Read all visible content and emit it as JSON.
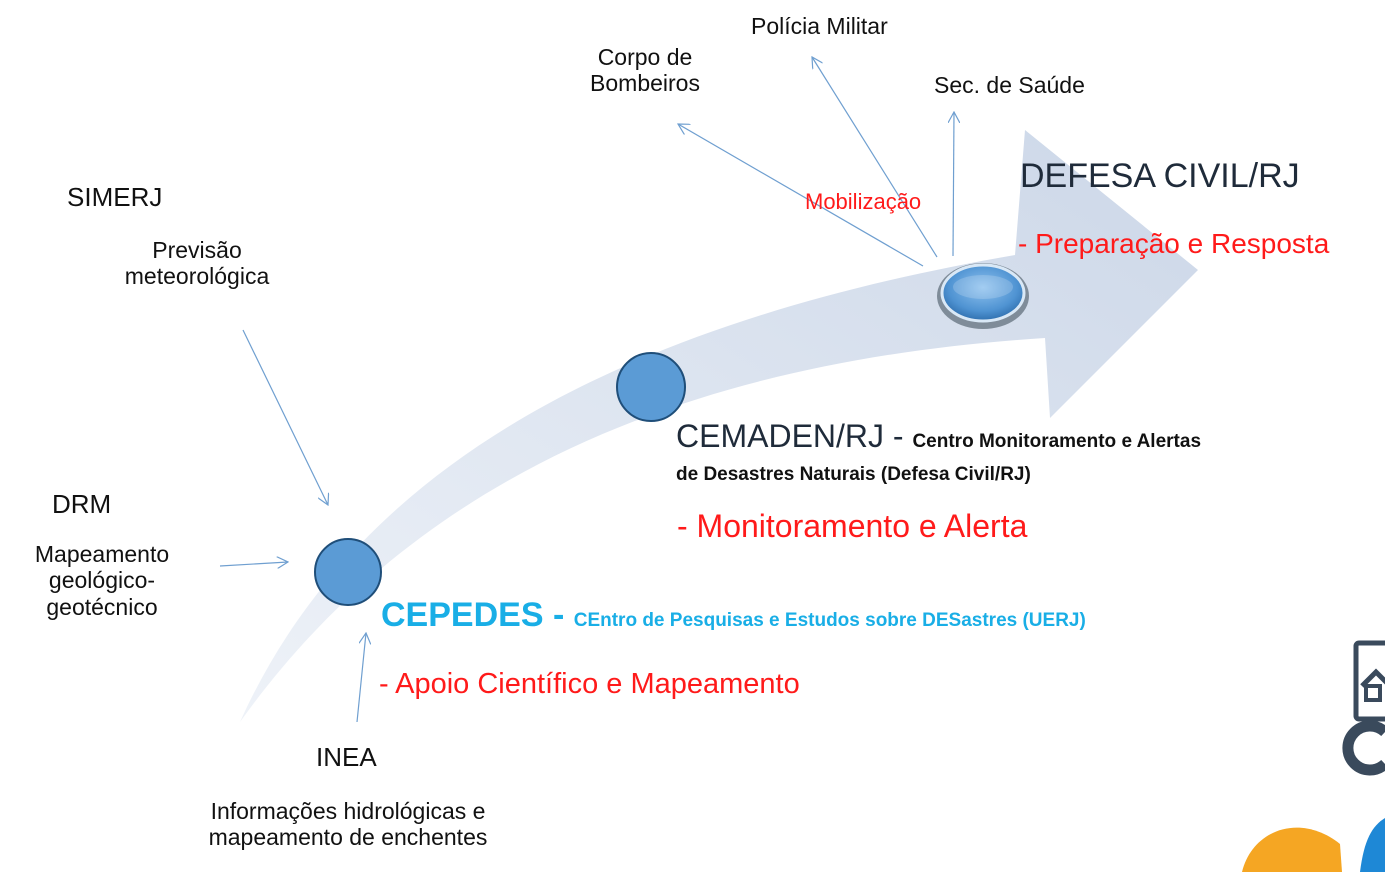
{
  "colors": {
    "arrow_fill": "#d4ddeb",
    "circle_fill": "#5b9bd5",
    "circle_stroke": "#1f4e79",
    "connector": "#6f9fd0",
    "accent_red": "#ff1a1a",
    "accent_cyan": "#19aee6"
  },
  "simerj": {
    "title": "SIMERJ",
    "desc": "Previsão\nmeteorológica"
  },
  "drm": {
    "title": "DRM",
    "desc": "Mapeamento\ngeológico-\ngeotécnico"
  },
  "inea": {
    "title": "INEA",
    "desc": "Informações hidrológicas e\nmapeamento de enchentes"
  },
  "cepedes": {
    "name": "CEPEDES - ",
    "fullname": "CEntro de Pesquisas e Estudos sobre DESastres (UERJ)",
    "role": "- Apoio Científico e Mapeamento"
  },
  "cemaden": {
    "name": "CEMADEN/RJ - ",
    "fullname": "Centro Monitoramento e Alertas\nde Desastres Naturais (Defesa Civil/RJ)",
    "role": "- Monitoramento e Alerta"
  },
  "defesa": {
    "name": "DEFESA CIVIL/RJ",
    "role": "- Preparação e Resposta",
    "mobilization": "Mobilização"
  },
  "targets": {
    "bombeiros": "Corpo de\nBombeiros",
    "policia": "Polícia Militar",
    "saude": "Sec. de Saúde"
  }
}
